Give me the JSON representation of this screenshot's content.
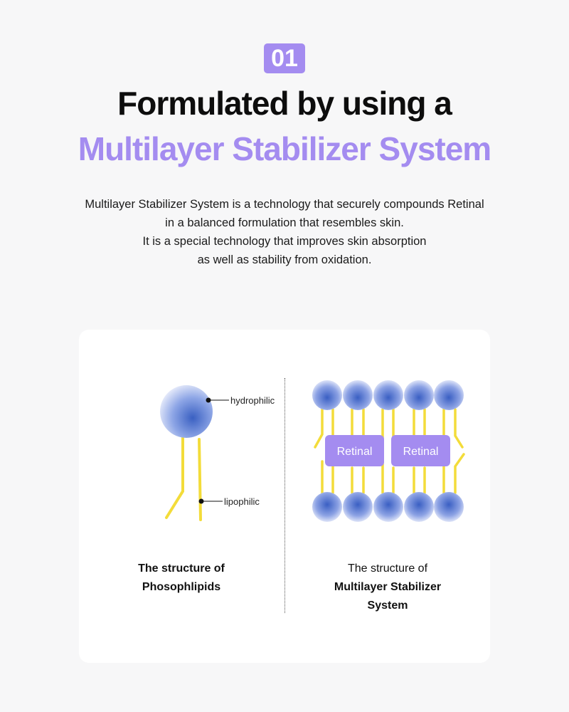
{
  "badge": "01",
  "headline": {
    "line1": "Formulated by using a",
    "line2": "Multilayer Stabilizer System"
  },
  "description": [
    "Multilayer Stabilizer System is a technology that securely compounds Retinal",
    "in a balanced formulation that resembles skin.",
    "It is a special technology that improves skin absorption",
    "as well as stability from oxidation."
  ],
  "diagram_left": {
    "label_head": "hydrophilic",
    "label_tail": "lipophilic",
    "caption_line1": "The structure of",
    "caption_line2": "Phosophlipids"
  },
  "diagram_right": {
    "retinal_1": "Retinal",
    "retinal_2": "Retinal",
    "caption_line1": "The structure of",
    "caption_line2": "Multilayer Stabilizer",
    "caption_line3": "System"
  },
  "colors": {
    "accent": "#a48cf0",
    "tail": "#f3dc3a",
    "sphere_dark": "#3d62c4",
    "sphere_light": "#e2e7fb"
  }
}
